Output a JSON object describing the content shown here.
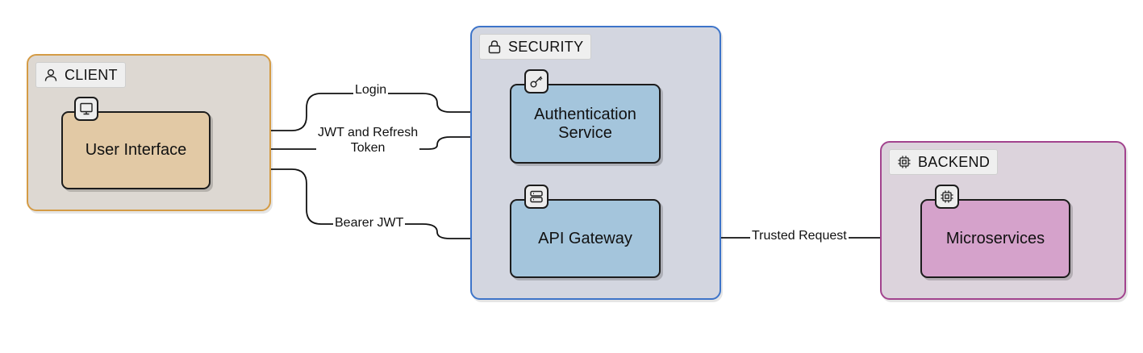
{
  "groups": {
    "client": {
      "label": "CLIENT",
      "icon": "user-icon"
    },
    "security": {
      "label": "SECURITY",
      "icon": "lock-icon"
    },
    "backend": {
      "label": "BACKEND",
      "icon": "cpu-icon"
    }
  },
  "nodes": {
    "user_interface": {
      "label": "User Interface",
      "icon": "monitor-icon"
    },
    "auth_service": {
      "label_line1": "Authentication",
      "label_line2": "Service",
      "icon": "key-icon"
    },
    "api_gateway": {
      "label": "API Gateway",
      "icon": "server-icon"
    },
    "microservices": {
      "label": "Microservices",
      "icon": "cpu-icon"
    }
  },
  "edges": {
    "login": {
      "label": "Login",
      "from": "User Interface",
      "to": "Authentication Service"
    },
    "jwt_refresh": {
      "label_line1": "JWT and Refresh",
      "label_line2": "Token",
      "from": "Authentication Service",
      "to": "User Interface"
    },
    "bearer_jwt": {
      "label": "Bearer JWT",
      "from": "User Interface",
      "to": "API Gateway"
    },
    "trusted_request": {
      "label": "Trusted Request",
      "from": "API Gateway",
      "to": "Microservices"
    }
  },
  "colors": {
    "client_fill": "#ddd8d2",
    "client_border": "#d49b45",
    "security_fill": "#d3d6e0",
    "security_border": "#3d74c9",
    "backend_fill": "#dcd3dc",
    "backend_border": "#a2438e",
    "ui_node": "#e2c9a5",
    "service_node": "#a4c5dc",
    "micro_node": "#d5a2cb"
  }
}
